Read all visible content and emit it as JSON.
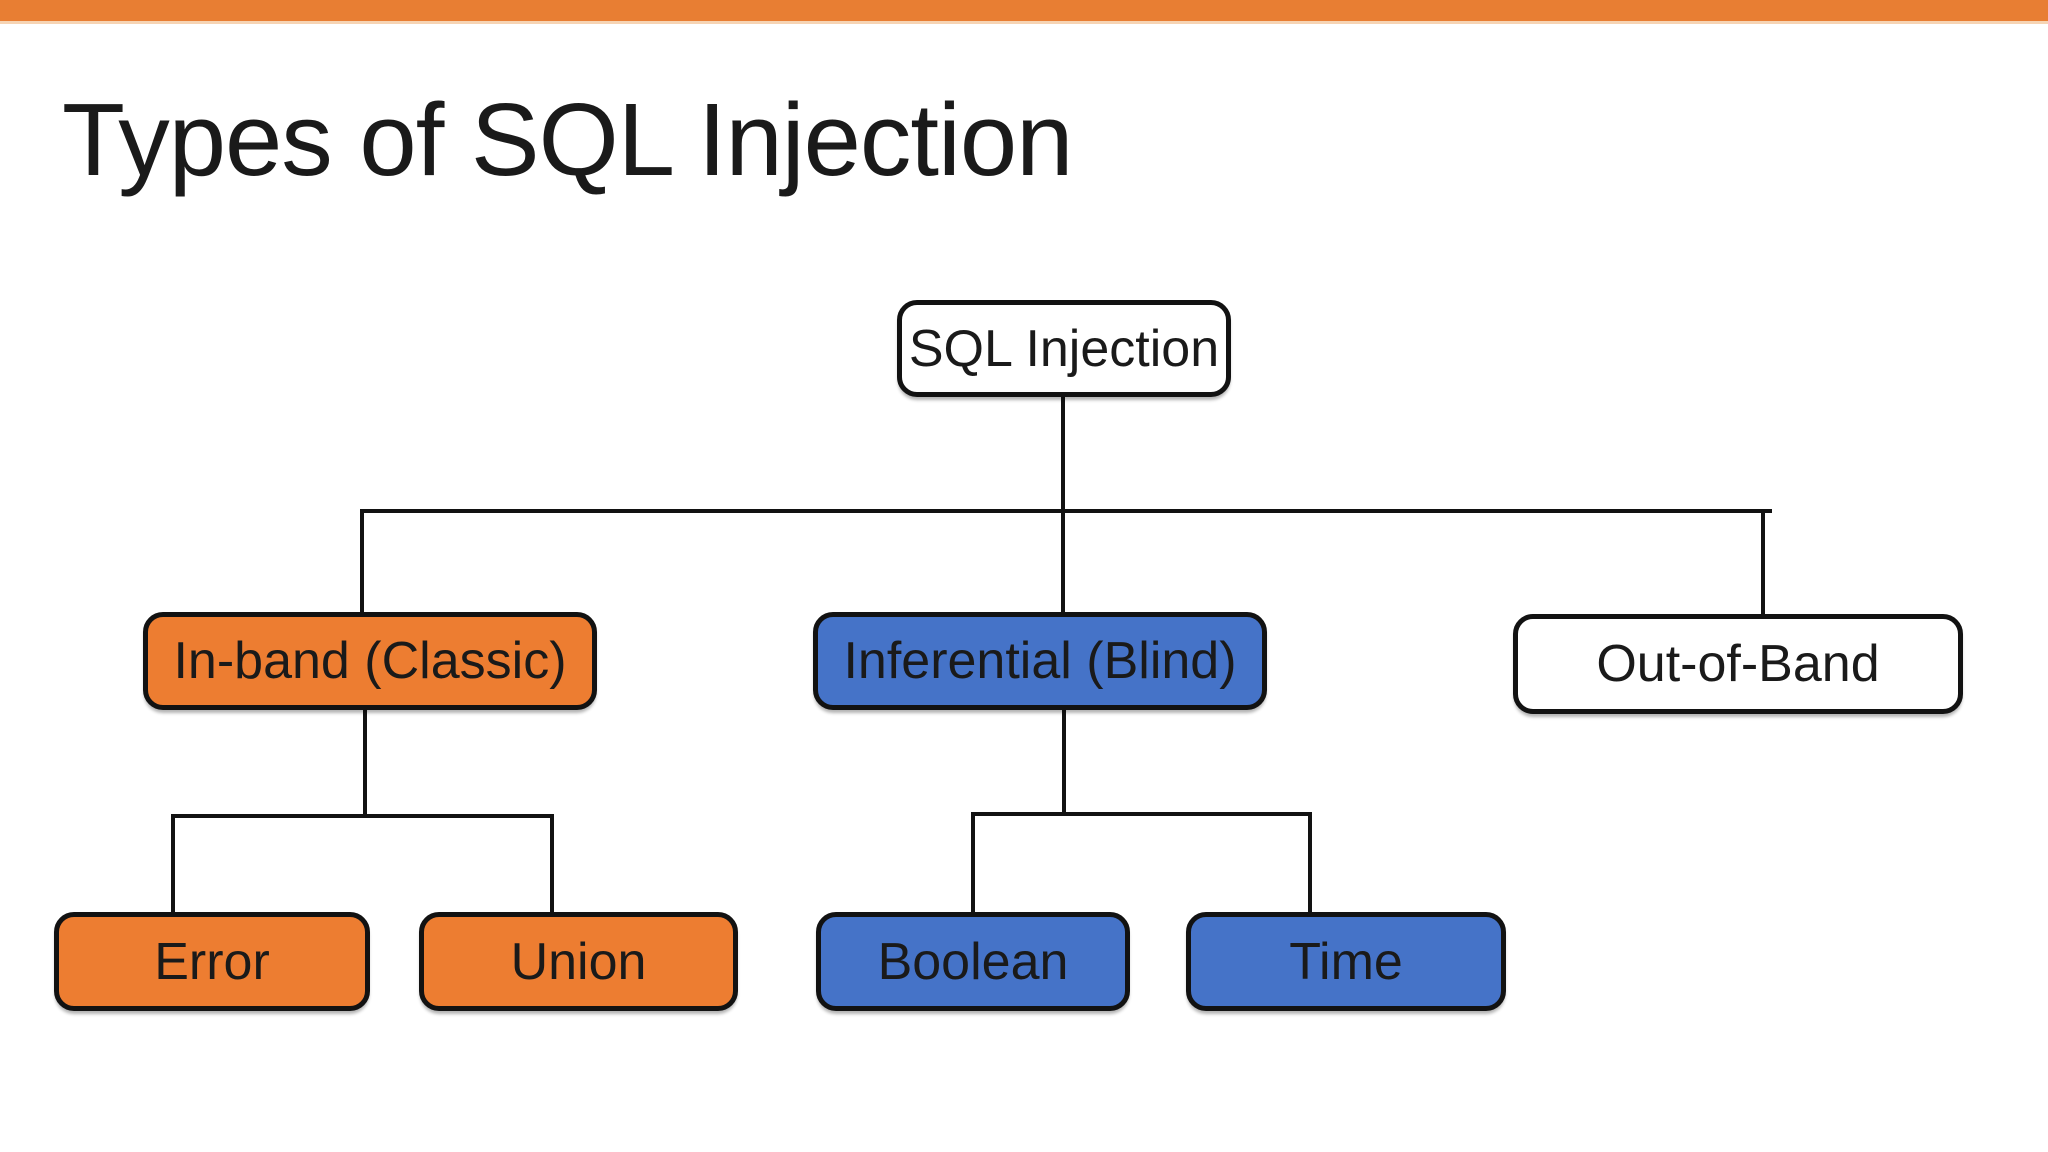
{
  "slide": {
    "title": "Types of SQL Injection"
  },
  "colors": {
    "accent": "#E87E33",
    "accentLight": "#F6D4B4",
    "orange": "#ED7D31",
    "blue": "#4573C8",
    "whiteFill": "#FFFFFF",
    "line": "#121212",
    "text": "#1A1A1A"
  },
  "tree": {
    "root": {
      "label": "SQL Injection",
      "variant": "white"
    },
    "level1": [
      {
        "label": "In-band (Classic)",
        "variant": "orange"
      },
      {
        "label": "Inferential (Blind)",
        "variant": "blue"
      },
      {
        "label": "Out-of-Band",
        "variant": "white"
      }
    ],
    "level2": [
      {
        "label": "Error",
        "variant": "orange",
        "parent": "In-band (Classic)"
      },
      {
        "label": "Union",
        "variant": "orange",
        "parent": "In-band (Classic)"
      },
      {
        "label": "Boolean",
        "variant": "blue",
        "parent": "Inferential (Blind)"
      },
      {
        "label": "Time",
        "variant": "blue",
        "parent": "Inferential (Blind)"
      }
    ]
  }
}
